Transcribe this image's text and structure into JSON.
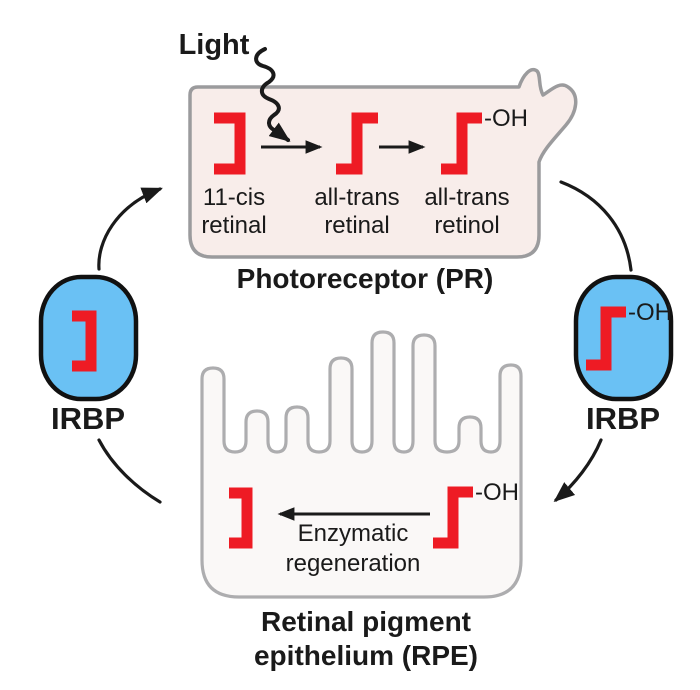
{
  "colors": {
    "retinoid_red": "#EE1B24",
    "irbp_blue": "#6AC1F4",
    "pr_membrane_fill": "#F8EDEA",
    "pr_membrane_stroke": "#9B9B9D",
    "rpe_fill": "#FAF8F7",
    "rpe_stroke": "#ADADAF",
    "arrow_black": "#1A1A1A"
  },
  "light": {
    "label": "Light"
  },
  "photoreceptor": {
    "title": "Photoreceptor (PR)",
    "molecules": [
      {
        "line1": "11-cis",
        "line2": "retinal"
      },
      {
        "line1": "all-trans",
        "line2": "retinal"
      },
      {
        "line1": "all-trans",
        "line2": "retinol",
        "hydroxyl": "-OH"
      }
    ]
  },
  "irbp_left": {
    "label": "IRBP"
  },
  "irbp_right": {
    "label": "IRBP",
    "hydroxyl": "-OH"
  },
  "rpe": {
    "title_line1": "Retinal pigment",
    "title_line2": "epithelium (RPE)",
    "process_line1": "Enzymatic",
    "process_line2": "regeneration",
    "hydroxyl": "-OH"
  }
}
